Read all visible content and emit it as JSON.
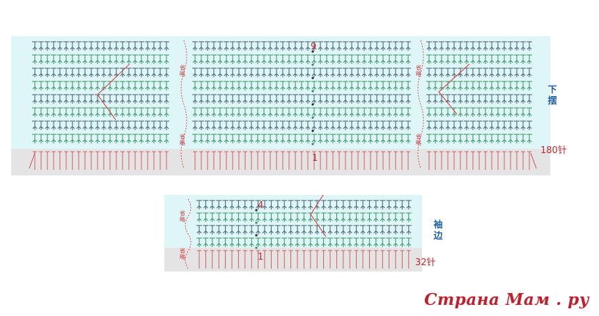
{
  "hem": {
    "label": "下摆",
    "stitch_count": "180针",
    "row_top": "9",
    "row_bottom": "1",
    "omit_text": "省略"
  },
  "sleeve": {
    "label": "袖边",
    "stitch_count": "32针",
    "row_top": "4",
    "row_bottom": "1",
    "omit_text": "省略"
  },
  "watermark_text": "Страна Мам . ру",
  "colors": {
    "cyan": "#dff6f8",
    "gray": "#e4e4e4",
    "stitch": "#3c5a6a",
    "green_stitch": "#2f8f5a",
    "red_stitch": "#d24a4a",
    "red_label": "#c0282e",
    "blue_label": "#1d5fa8"
  }
}
